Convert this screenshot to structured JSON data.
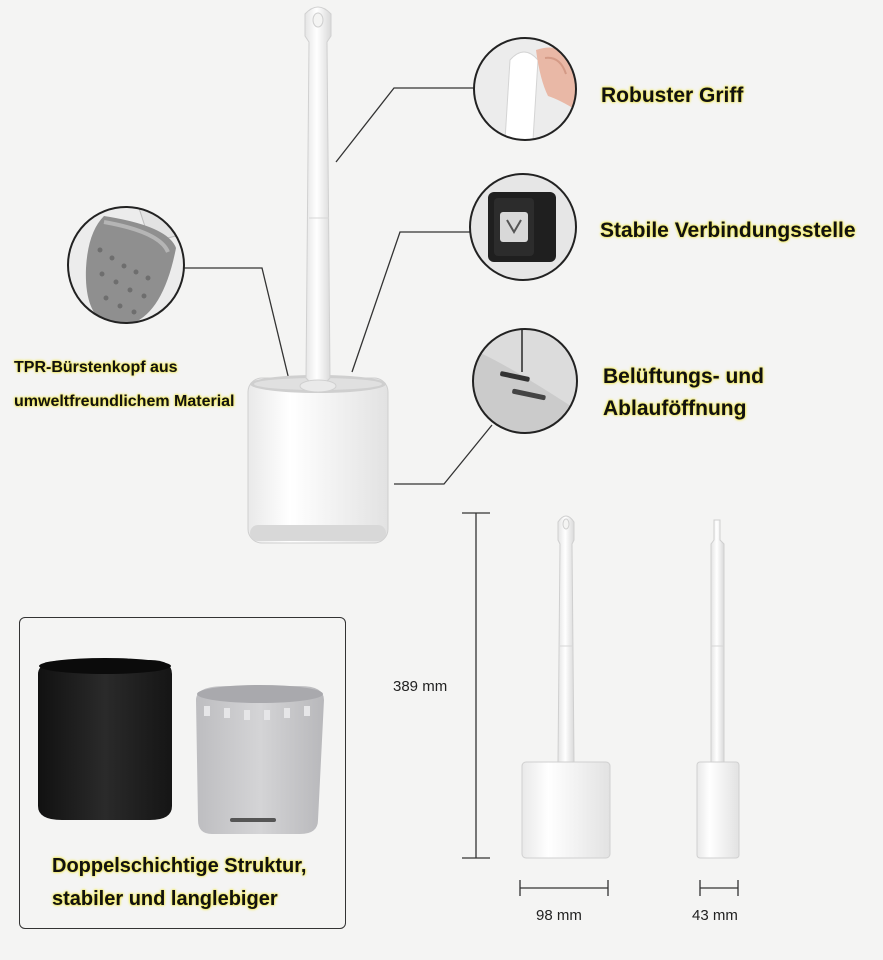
{
  "callouts": {
    "handle": "Robuster Griff",
    "connection": "Stabile Verbindungsstelle",
    "vent_line1": "Belüftungs- und",
    "vent_line2": "Ablauföffnung",
    "head_line1": "TPR-Bürstenkopf aus",
    "head_line2": "umweltfreundlichem Material"
  },
  "structure_note": {
    "line1": "Doppelschichtige Struktur,",
    "line2": "stabiler und langlebiger"
  },
  "dimensions": {
    "height": "389 mm",
    "width_front": "98 mm",
    "width_side": "43 mm"
  },
  "colors": {
    "background": "#f4f4f3",
    "highlight": "#f2e94a",
    "outer_case": "#1c1c1c",
    "inner_case": "#c9c9cb",
    "product_white": "#fafafa"
  }
}
